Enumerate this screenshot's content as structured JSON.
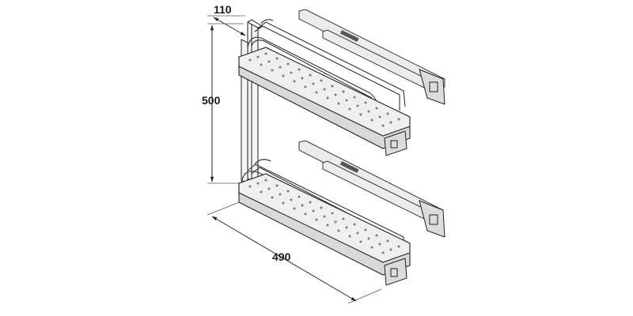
{
  "dimensions": {
    "depth_top": "110",
    "height": "500",
    "width": "490"
  }
}
